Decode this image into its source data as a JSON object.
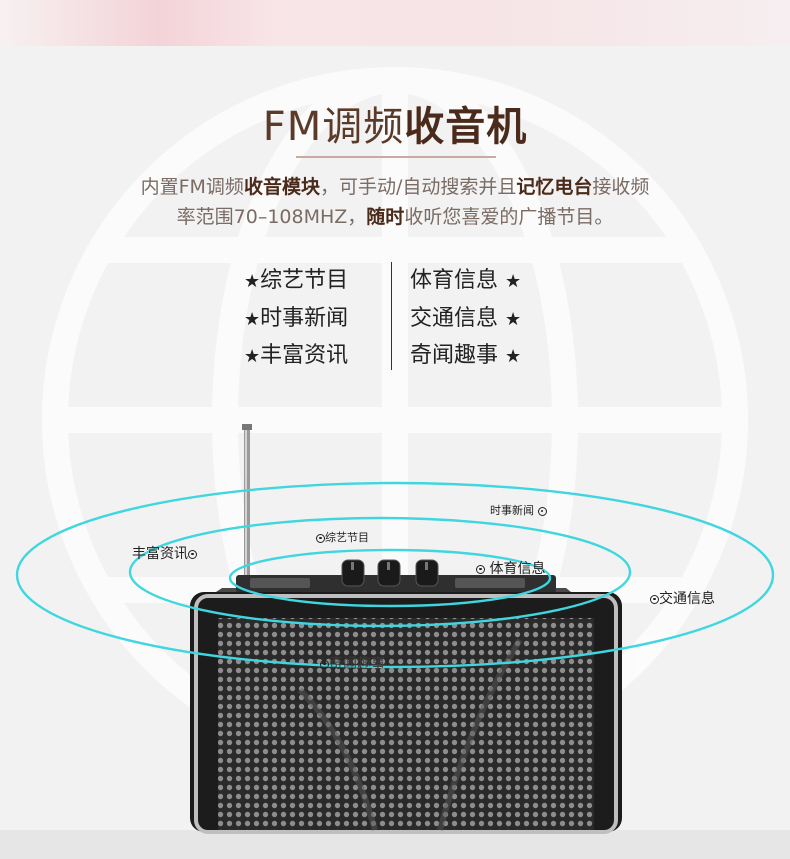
{
  "title": {
    "light": "FM调频",
    "bold": "收音机"
  },
  "description": {
    "line1_a": "内置FM调频",
    "line1_b": "收音模块",
    "line1_c": "，可手动/自动搜索并且",
    "line1_d": "记忆电台",
    "line1_e": "接收频",
    "line2_a": "率范围70–108MHZ，",
    "line2_b": "随时",
    "line2_c": "收听您喜爱的广播节目。"
  },
  "features_left": [
    "综艺节目",
    "时事新闻",
    "丰富资讯"
  ],
  "features_right": [
    "体育信息",
    "交通信息",
    "奇闻趣事"
  ],
  "star_glyph": "★",
  "station_labels": {
    "shishi": "时事新闻",
    "zongyi": "综艺节目",
    "fengfu": "丰富资讯",
    "tiyu": "体育信息",
    "jiaotong": "交通信息",
    "qiwen": "奇闻趣事"
  },
  "colors": {
    "wave": "#3fd6e0",
    "accent": "#4a2a1a",
    "pink": "#f3c6cf"
  }
}
